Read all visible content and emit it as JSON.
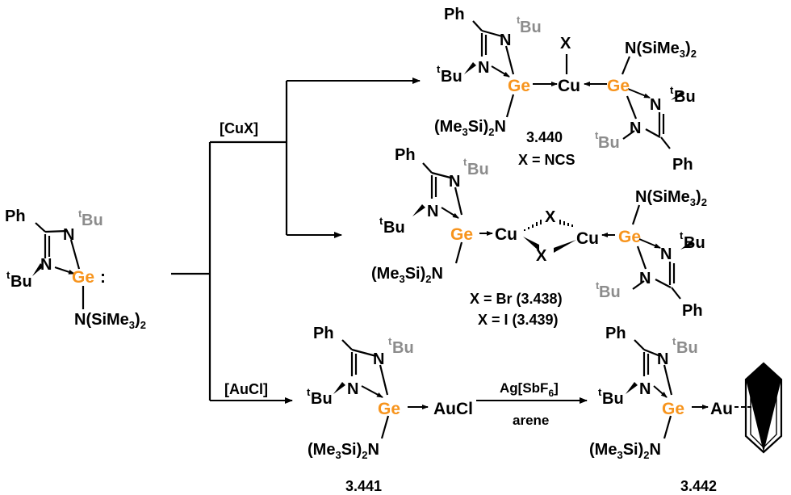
{
  "labels": {
    "ph": "Ph",
    "tbu_t": "t",
    "bu": "Bu",
    "ge": "Ge",
    "n": "N",
    "cu": "Cu",
    "x": "X",
    "au": "Au",
    "aucl": "AuCl",
    "ncolon": ":"
  },
  "groups": {
    "amide_right": "N(SiMe",
    "amide_left": "(Me",
    "amide_left_tail": "Si)",
    "sub3": "3",
    "sub2": "2",
    "close_paren": ")"
  },
  "reagents": {
    "cux": "[CuX]",
    "aucl": "[AuCl]",
    "ag_main": "Ag[SbF",
    "ag_sub": "6",
    "ag_close": "]",
    "arene": "arene"
  },
  "compounds": {
    "c440": "3.440",
    "c440_x": "X = NCS",
    "c438": "X = Br (3.438)",
    "c439": "X = I (3.439)",
    "c441": "3.441",
    "c442": "3.442"
  },
  "colors": {
    "germanium": "#f7941d",
    "tbu_grey": "#8c8c8c",
    "ink": "#000000"
  }
}
